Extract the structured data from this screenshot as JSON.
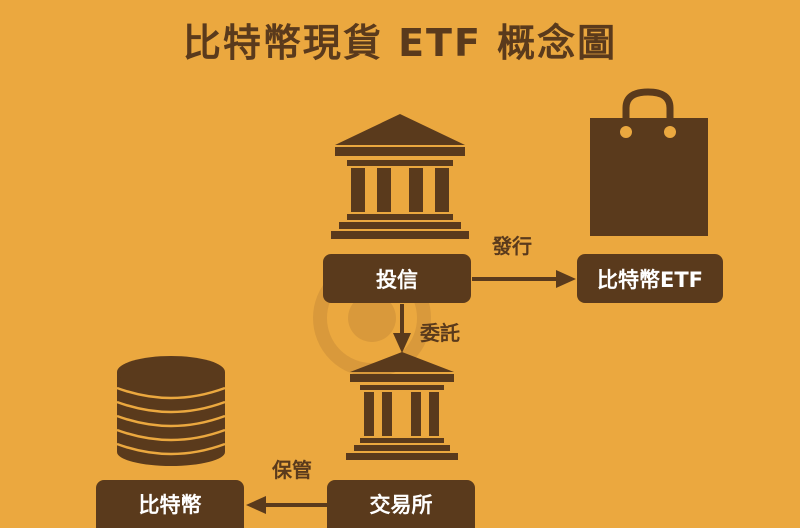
{
  "title": "比特幣現貨 ETF 概念圖",
  "colors": {
    "background": "#EBA83F",
    "ink": "#5A3A1C",
    "text_on_box": "#FFFFFF"
  },
  "nodes": {
    "trust": "投信",
    "etf": "比特幣ETF",
    "exchange": "交易所",
    "bitcoin": "比特幣"
  },
  "edges": {
    "issue": "發行",
    "entrust": "委託",
    "custody": "保管"
  },
  "icons": [
    "bank-building-icon",
    "shopping-bag-icon",
    "coin-stack-icon"
  ]
}
